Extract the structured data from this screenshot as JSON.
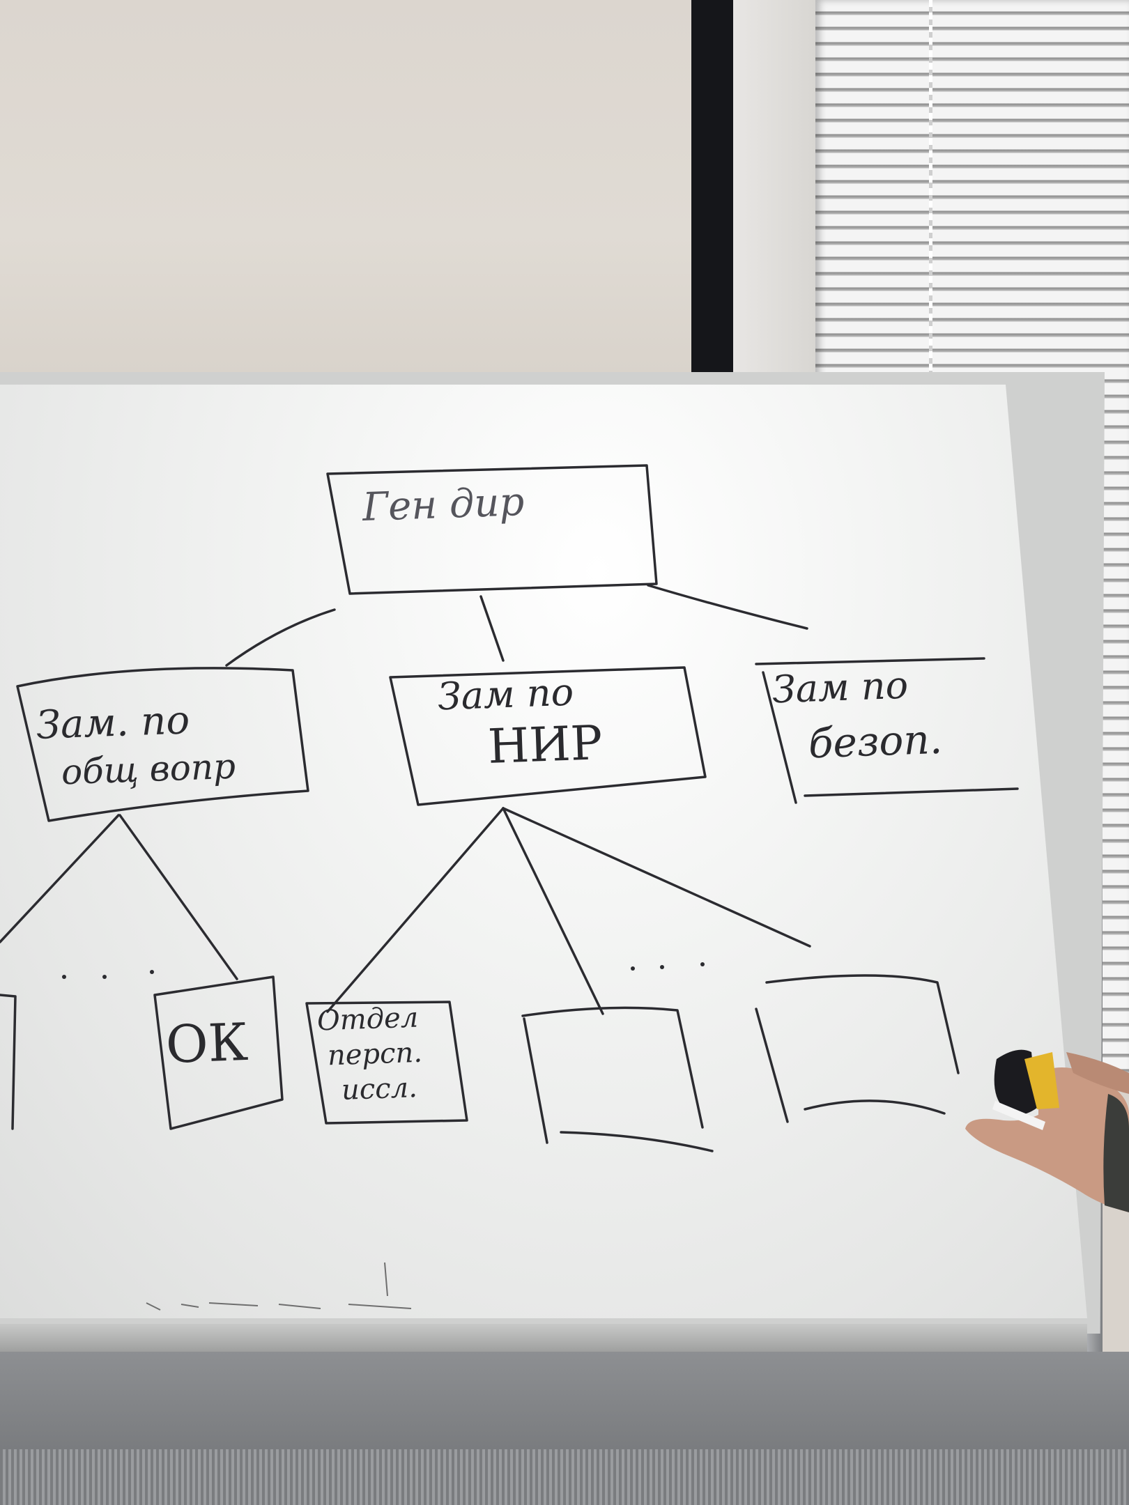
{
  "chart_data": {
    "type": "diagram",
    "nodes": [
      {
        "id": "root",
        "label": "Ген дир"
      },
      {
        "id": "deputy-general",
        "label_lines": [
          "Зам. по",
          "общ вопр"
        ]
      },
      {
        "id": "deputy-research",
        "label_lines": [
          "Зам по",
          "НИР"
        ]
      },
      {
        "id": "deputy-security",
        "label_lines": [
          "Зам по",
          "безоп."
        ]
      },
      {
        "id": "hr",
        "label": "ОК"
      },
      {
        "id": "research-dept",
        "label_lines": [
          "Отдел",
          "персп.",
          "иссл."
        ]
      },
      {
        "id": "blank-1",
        "label": ""
      },
      {
        "id": "blank-2",
        "label": ""
      }
    ],
    "edges": [
      [
        "root",
        "deputy-general"
      ],
      [
        "root",
        "deputy-research"
      ],
      [
        "root",
        "deputy-security"
      ],
      [
        "deputy-general",
        "hr"
      ],
      [
        "deputy-research",
        "research-dept"
      ],
      [
        "deputy-research",
        "blank-1"
      ],
      [
        "deputy-research",
        "blank-2"
      ]
    ],
    "ellipses": [
      "...",
      "..."
    ]
  },
  "colors": {
    "marker": "#2b2b30",
    "whiteboard": "#f2f3f2",
    "wall": "#dcd6cf"
  }
}
